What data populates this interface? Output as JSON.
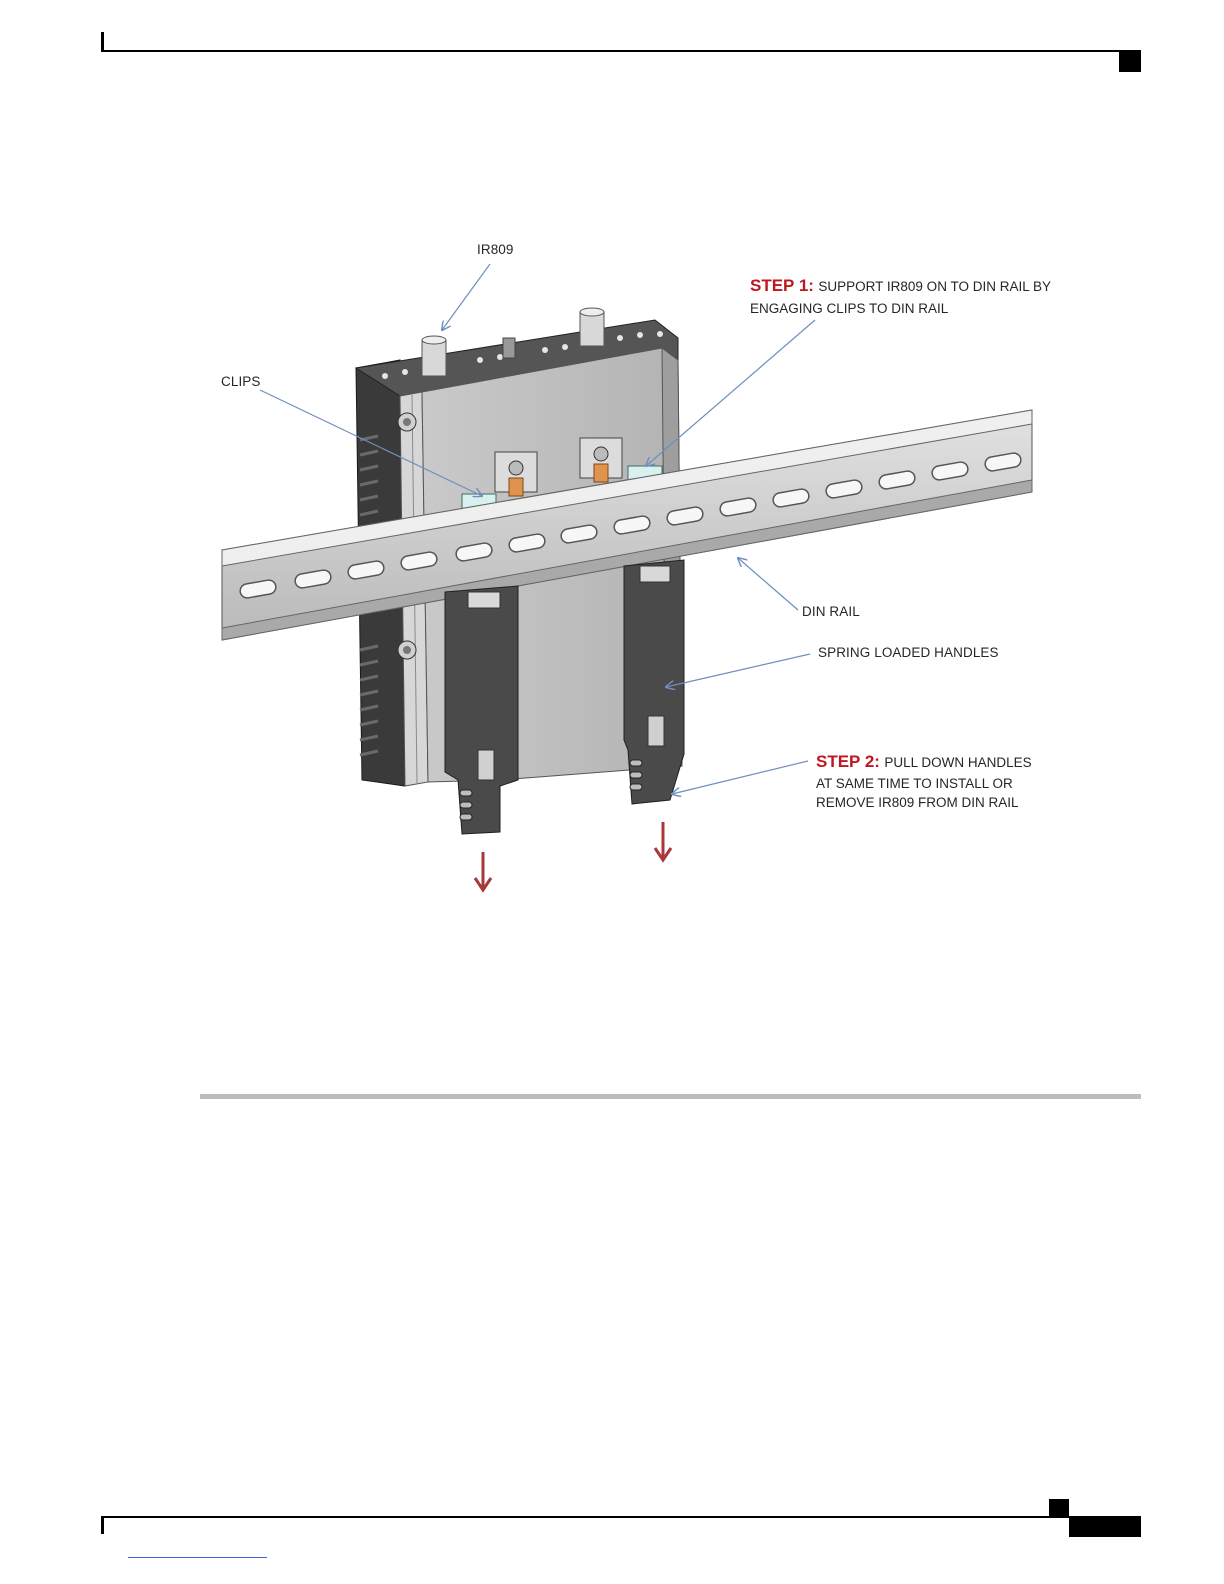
{
  "figure": {
    "labels": {
      "ir809": "IR809",
      "clips": "CLIPS",
      "din_rail": "DIN RAIL",
      "spring_handles": "SPRING LOADED HANDLES"
    },
    "step1": {
      "heading": "STEP 1:",
      "line1": "SUPPORT IR809 ON TO DIN RAIL BY",
      "line2": "ENGAGING CLIPS TO DIN RAIL"
    },
    "step2": {
      "heading": "STEP 2:",
      "line1": "PULL DOWN HANDLES",
      "line2": "AT SAME TIME TO INSTALL OR",
      "line3": "REMOVE IR809 FROM DIN RAIL"
    }
  },
  "colors": {
    "step_heading": "#c0161f",
    "callout_arrow": "#6e8fbd",
    "pull_arrow": "#a8383a"
  }
}
